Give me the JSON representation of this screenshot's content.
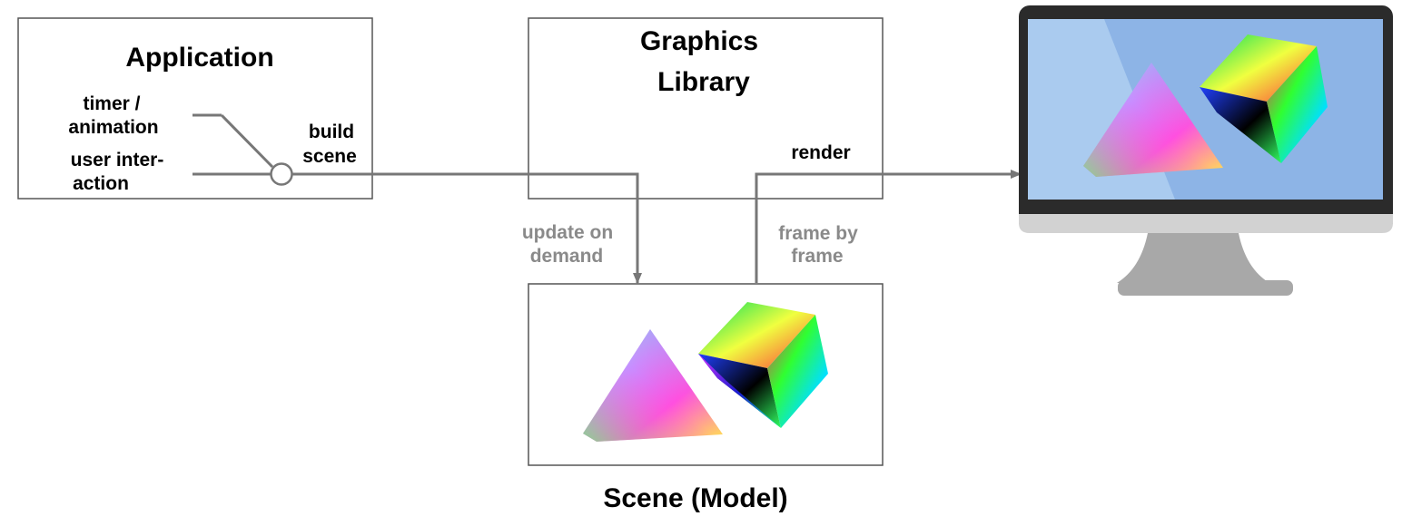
{
  "application": {
    "title": "Application",
    "inputs": [
      "timer /",
      "animation",
      "user inter-",
      "action"
    ],
    "switch_label": [
      "build",
      "scene"
    ]
  },
  "graphics_library": {
    "title": [
      "Graphics",
      "Library"
    ],
    "render_label": "render"
  },
  "edges": {
    "update_label": [
      "update on",
      "demand"
    ],
    "frame_label": [
      "frame by",
      "frame"
    ]
  },
  "scene": {
    "caption": "Scene (Model)",
    "objects": [
      "pyramid-icon",
      "cube-icon"
    ]
  },
  "monitor": {
    "objects": [
      "pyramid-icon",
      "cube-icon"
    ]
  },
  "colors": {
    "box_border": "#555555",
    "line": "#777777",
    "label_gray": "#8a8a8a",
    "screen": "#8db4e6",
    "bezel": "#2b2b2b",
    "stand": "#a8a8a8"
  }
}
